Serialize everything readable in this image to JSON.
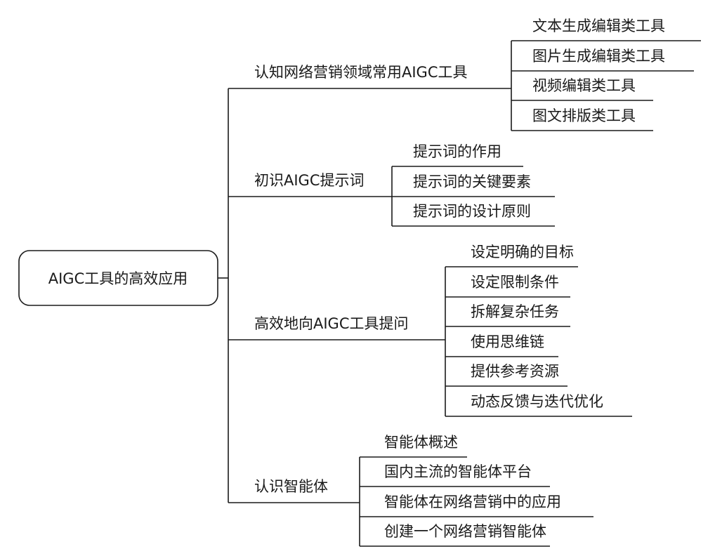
{
  "root": {
    "label": "AIGC工具的高效应用"
  },
  "branches": [
    {
      "label": "认知网络营销领域常用AIGC工具",
      "children": [
        "文本生成编辑类工具",
        "图片生成编辑类工具",
        "视频编辑类工具",
        "图文排版类工具"
      ]
    },
    {
      "label": "初识AIGC提示词",
      "children": [
        "提示词的作用",
        "提示词的关键要素",
        "提示词的设计原则"
      ]
    },
    {
      "label": "高效地向AIGC工具提问",
      "children": [
        "设定明确的目标",
        "设定限制条件",
        "拆解复杂任务",
        "使用思维链",
        "提供参考资源",
        "动态反馈与迭代优化"
      ]
    },
    {
      "label": "认识智能体",
      "children": [
        "智能体概述",
        "国内主流的智能体平台",
        "智能体在网络营销中的应用",
        "创建一个网络营销智能体"
      ]
    }
  ]
}
